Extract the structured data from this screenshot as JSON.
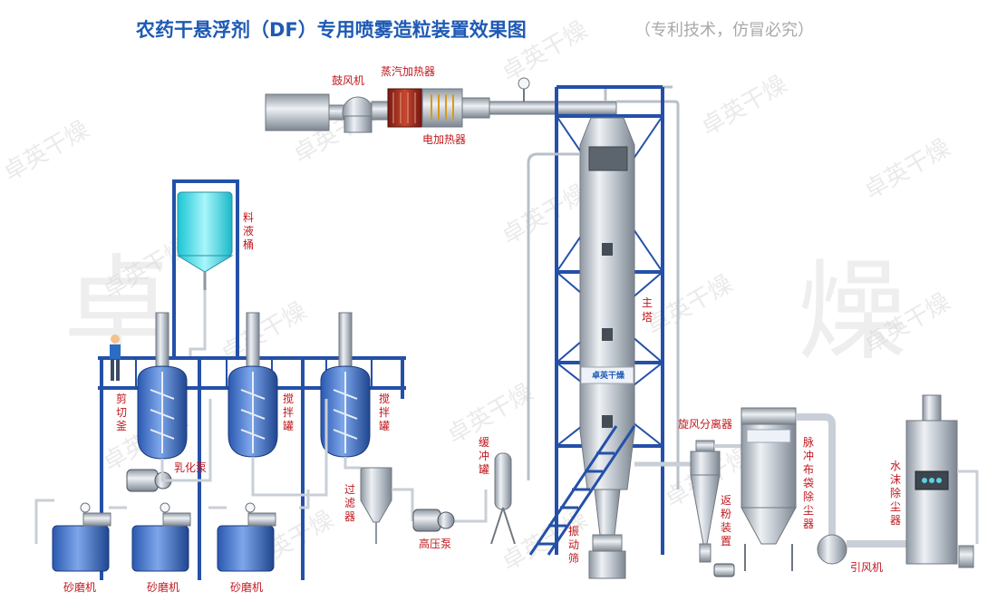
{
  "title": "农药干悬浮剂（DF）专用喷雾造粒装置效果图",
  "subtitle": "（专利技术，仿冒必究）",
  "watermark": "卓英干燥",
  "brand_mark": "卓英干燥",
  "labels": {
    "blower_fan": "鼓风机",
    "steam_heater": "蒸汽加热器",
    "electric_heater": "电加热器",
    "feed_tank": "料液桶",
    "main_tower": "主塔",
    "shear_kettle": "剪切釜",
    "mix_tank_1": "搅拌罐",
    "mix_tank_2": "搅拌罐",
    "emulsion_pump": "乳化泵",
    "filter": "过滤器",
    "buffer_tank": "缓冲罐",
    "high_pressure_pump": "高压泵",
    "vibrating_screen": "振动筛",
    "cyclone": "旋风分离器",
    "powder_return": "返粉装置",
    "bag_filter": "脉冲布袋除尘器",
    "water_scrubber": "水沫除尘器",
    "induced_fan": "引风机",
    "sand_mill_1": "砂磨机",
    "sand_mill_2": "砂磨机",
    "sand_mill_3": "砂磨机"
  },
  "colors": {
    "title": "#1e5ab4",
    "label": "#c0181e",
    "frame": "#2450a8",
    "equipment": "#b9c2cc",
    "liquid": "#2fd9e6"
  }
}
